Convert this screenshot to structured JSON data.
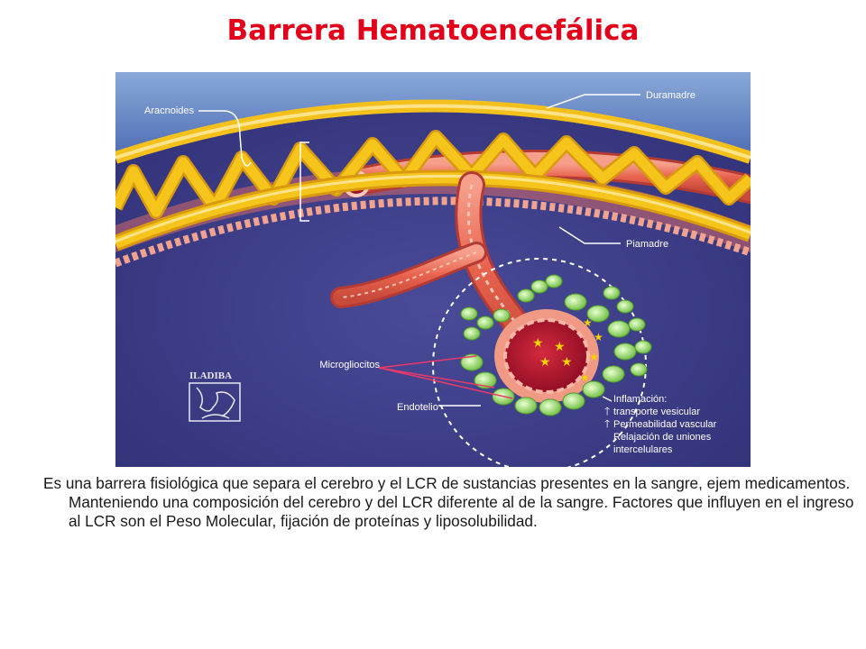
{
  "page": {
    "title": "Barrera Hematoencefálica",
    "description": "Es una barrera fisiológica que separa el cerebro y el LCR de sustancias presentes  en la sangre, ejem medicamentos. Manteniendo una composición del cerebro y  del LCR diferente al de la sangre. Factores que influyen en el ingreso al LCR son  el Peso Molecular, fijación de proteínas y liposolubilidad."
  },
  "diagram": {
    "labels": {
      "aracnoides": "Aracnoides",
      "duramadre": "Duramadre",
      "piamadre": "Piamadre",
      "microgliocitos": "Microgliocitos",
      "endotelio": "Endotelio"
    },
    "inflammation": {
      "heading": "Inflamación:",
      "line1": "transporte vesicular",
      "line2": "Permeabilidad vascular",
      "line3": "Relajación de uniones",
      "line4": "intercelulares"
    },
    "logo_text": "ILADIBA",
    "colors": {
      "background": "#3c3d86",
      "meninges_yellow": "#f6c51c",
      "vessel_pink": "#ea7a6a",
      "vessel_dark": "#a8142c",
      "cell_green": "#8fd65a",
      "title_red": "#e2001a"
    }
  }
}
